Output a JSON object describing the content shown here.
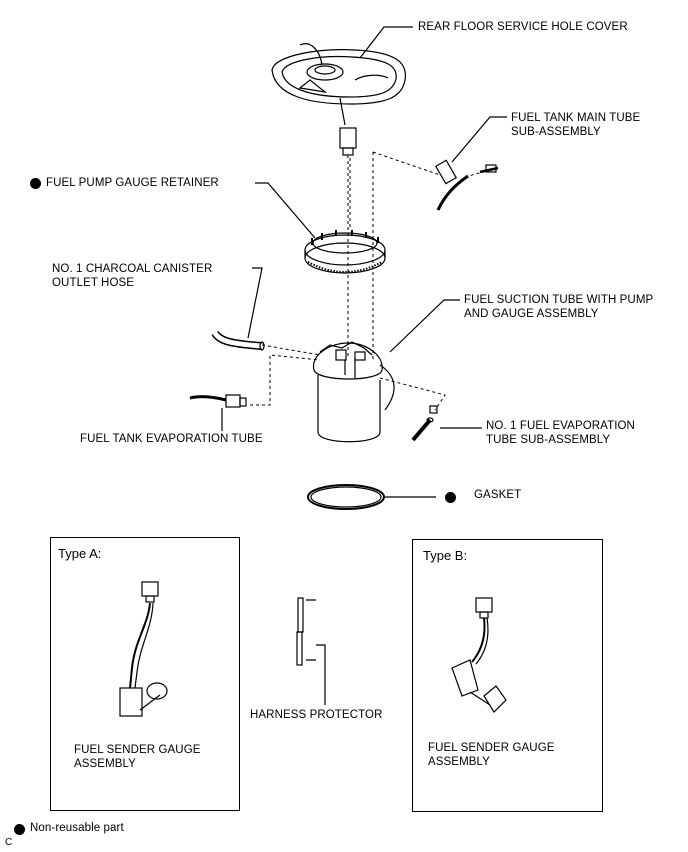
{
  "labels": {
    "rear_floor_cover": "REAR FLOOR SERVICE HOLE COVER",
    "main_tube_1": "FUEL TANK MAIN TUBE",
    "main_tube_2": "SUB-ASSEMBLY",
    "retainer": "FUEL PUMP GAUGE RETAINER",
    "canister_hose_1": "NO. 1 CHARCOAL CANISTER",
    "canister_hose_2": "OUTLET HOSE",
    "suction_tube_1": "FUEL SUCTION TUBE WITH PUMP",
    "suction_tube_2": "AND GAUGE ASSEMBLY",
    "evap_tube": "FUEL TANK EVAPORATION TUBE",
    "no1_evap_1": "NO. 1 FUEL EVAPORATION",
    "no1_evap_2": "TUBE SUB-ASSEMBLY",
    "gasket": "GASKET",
    "harness_protector": "HARNESS PROTECTOR",
    "sender_a_1": "FUEL SENDER GAUGE",
    "sender_a_2": "ASSEMBLY",
    "sender_b_1": "FUEL SENDER GAUGE",
    "sender_b_2": "ASSEMBLY"
  },
  "boxes": {
    "type_a": "Type A:",
    "type_b": "Type B:"
  },
  "legend": {
    "non_reusable": "Non-reusable part"
  },
  "corner_code": "C"
}
